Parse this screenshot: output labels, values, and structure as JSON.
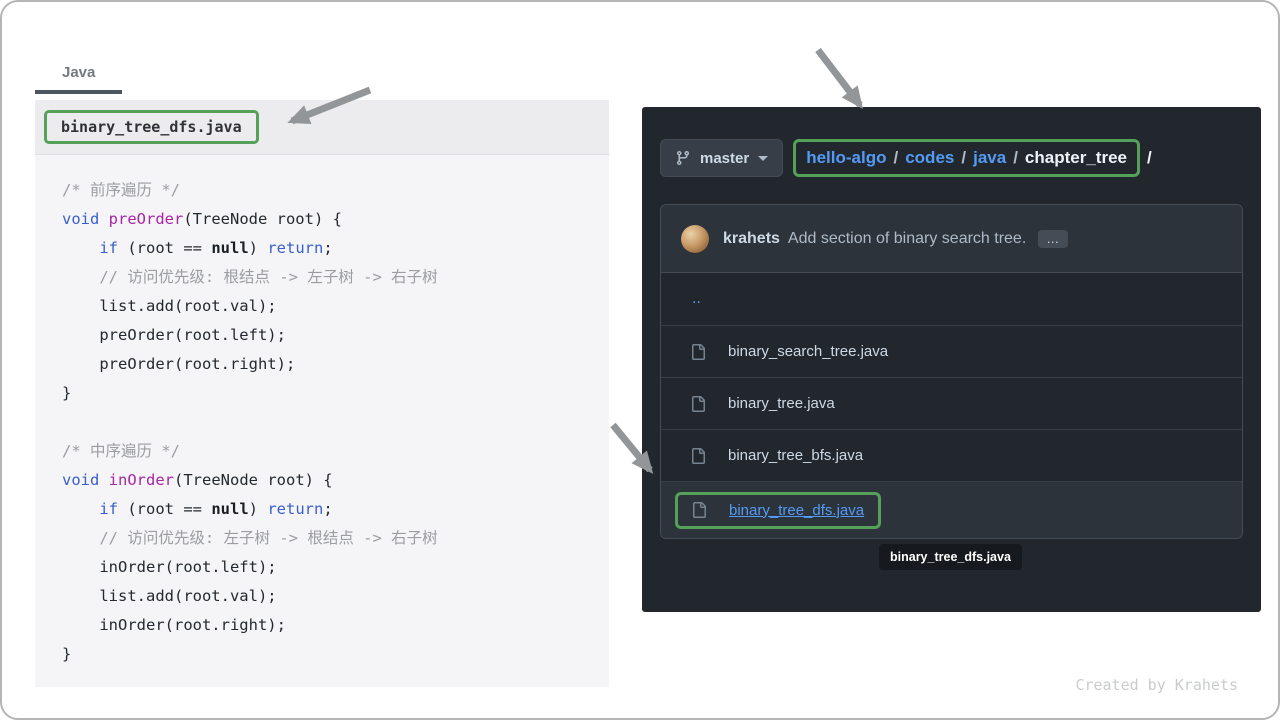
{
  "colors": {
    "highlight_green": "#55a15a",
    "link_blue": "#539bf5",
    "panel_dark_bg": "#22272e",
    "code_bg": "#f5f5f7",
    "arrow_gray": "#939699"
  },
  "left_panel": {
    "tab_label": "Java",
    "filename": "binary_tree_dfs.java",
    "code_lines": [
      [
        [
          "cm",
          "/* 前序遍历 */"
        ]
      ],
      [
        [
          "kw",
          "void "
        ],
        [
          "fn",
          "preOrder"
        ],
        [
          "pl",
          "(TreeNode root) {"
        ]
      ],
      [
        [
          "pl",
          "    "
        ],
        [
          "kw",
          "if"
        ],
        [
          "pl",
          " (root == "
        ],
        [
          "nl",
          "null"
        ],
        [
          "pl",
          ") "
        ],
        [
          "kw",
          "return"
        ],
        [
          "pl",
          ";"
        ]
      ],
      [
        [
          "cm",
          "    // 访问优先级: 根结点 -> 左子树 -> 右子树"
        ]
      ],
      [
        [
          "pl",
          "    list.add(root.val);"
        ]
      ],
      [
        [
          "pl",
          "    preOrder(root.left);"
        ]
      ],
      [
        [
          "pl",
          "    preOrder(root.right);"
        ]
      ],
      [
        [
          "pl",
          "}"
        ]
      ],
      [],
      [
        [
          "cm",
          "/* 中序遍历 */"
        ]
      ],
      [
        [
          "kw",
          "void "
        ],
        [
          "fn",
          "inOrder"
        ],
        [
          "pl",
          "(TreeNode root) {"
        ]
      ],
      [
        [
          "pl",
          "    "
        ],
        [
          "kw",
          "if"
        ],
        [
          "pl",
          " (root == "
        ],
        [
          "nl",
          "null"
        ],
        [
          "pl",
          ") "
        ],
        [
          "kw",
          "return"
        ],
        [
          "pl",
          ";"
        ]
      ],
      [
        [
          "cm",
          "    // 访问优先级: 左子树 -> 根结点 -> 右子树"
        ]
      ],
      [
        [
          "pl",
          "    inOrder(root.left);"
        ]
      ],
      [
        [
          "pl",
          "    list.add(root.val);"
        ]
      ],
      [
        [
          "pl",
          "    inOrder(root.right);"
        ]
      ],
      [
        [
          "pl",
          "}"
        ]
      ]
    ]
  },
  "repo_panel": {
    "branch": "master",
    "sep": "/",
    "breadcrumb": [
      "hello-algo",
      "codes",
      "java",
      "chapter_tree"
    ],
    "commit": {
      "author": "krahets",
      "message": "Add section of binary search tree.",
      "more_label": "…"
    },
    "files": [
      {
        "name": ".."
      },
      {
        "name": "binary_search_tree.java"
      },
      {
        "name": "binary_tree.java"
      },
      {
        "name": "binary_tree_bfs.java"
      },
      {
        "name": "binary_tree_dfs.java"
      }
    ],
    "tooltip": "binary_tree_dfs.java"
  },
  "footer": {
    "credit": "Created by Krahets"
  }
}
